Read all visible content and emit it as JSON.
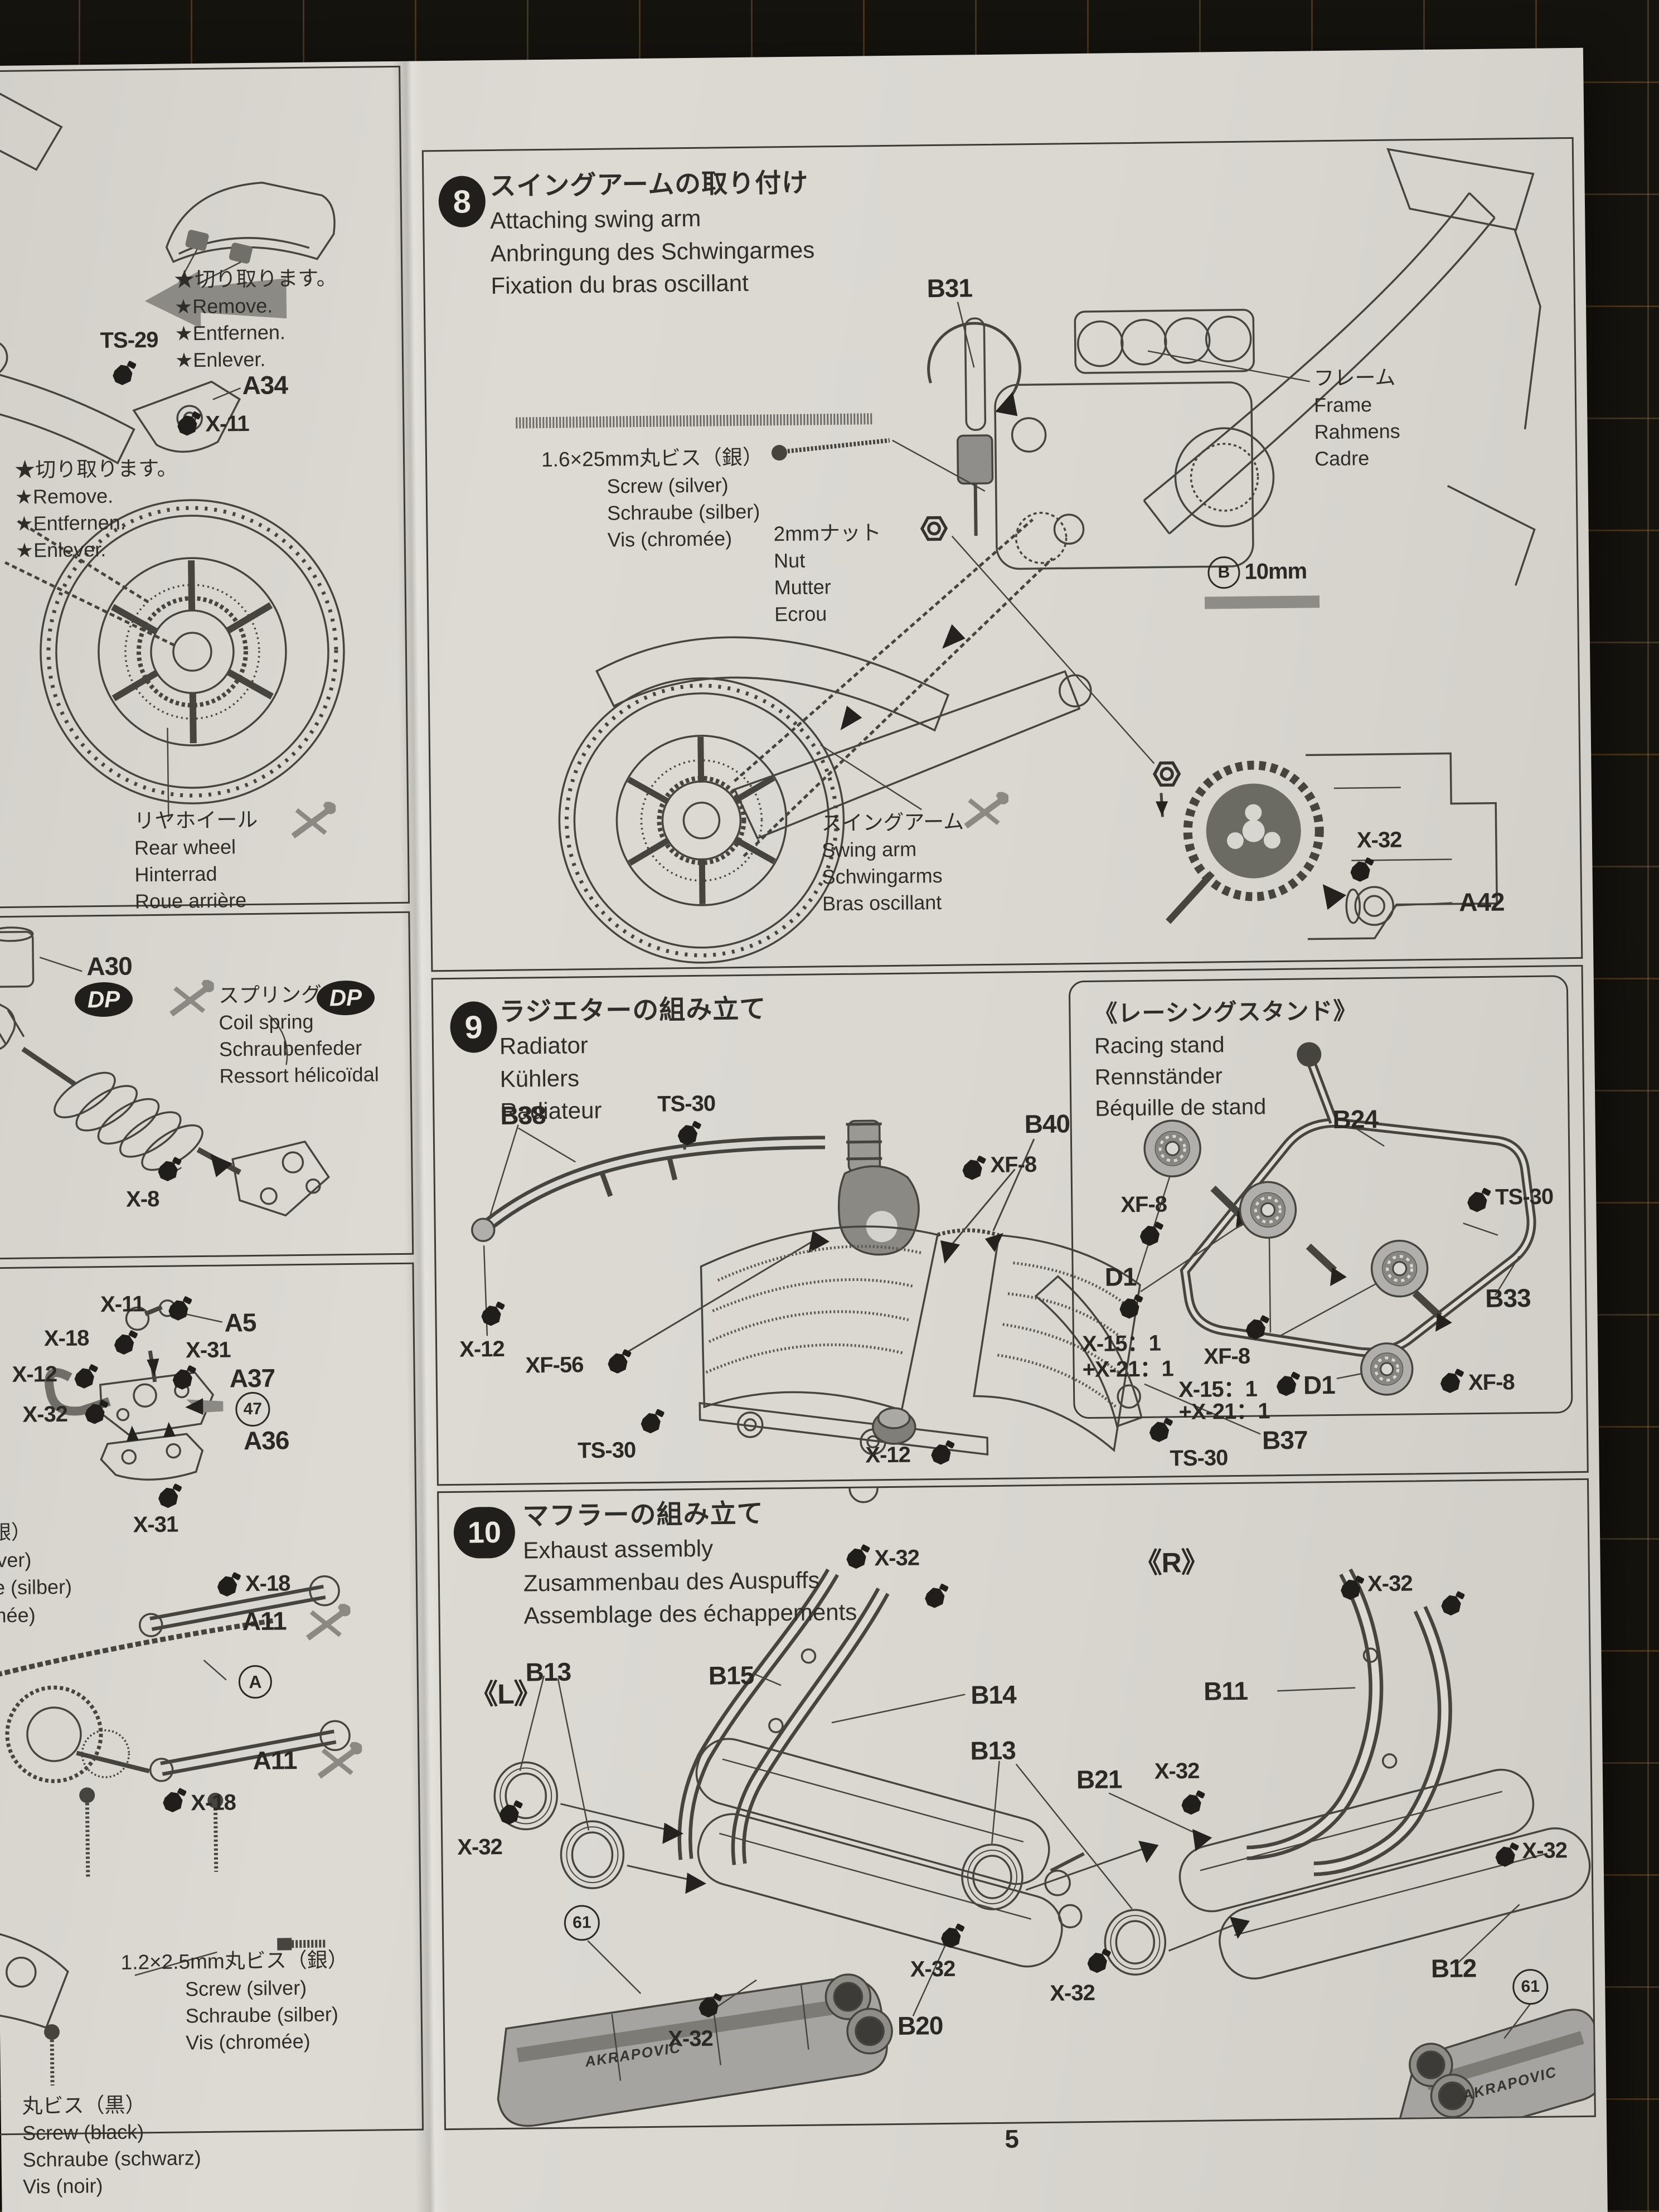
{
  "page_number": "5",
  "colors": {
    "paper": "#dcdad3",
    "ink": "#2e2d29",
    "mat": "#15130e",
    "mat_grid": "#8a6232",
    "part_gray": "#8b8a84",
    "badge": "#211f1b"
  },
  "icons": {
    "paint": "paint-marker-icon",
    "screwdriver": "screwdriver-icon",
    "nut": "hex-nut-icon",
    "arrow": "arrow-icon"
  },
  "left_page": {
    "panel_seat": {
      "remove_note": {
        "ja": "★切り取ります。",
        "en": "★Remove.",
        "de": "★Entfernen.",
        "fr": "★Enlever."
      },
      "ts29": "TS-29",
      "a34": "A34",
      "x11": "X-11",
      "rear_wheel": {
        "ja": "リヤホイール",
        "en": "Rear wheel",
        "de": "Hinterrad",
        "fr": "Roue arrière"
      }
    },
    "panel_spring": {
      "a30": "A30",
      "dp": "DP",
      "x8": "X-8",
      "coil_spring": {
        "ja": "スプリング",
        "en": "Coil spring",
        "de": "Schraubenfeder",
        "fr": "Ressort hélicoïdal"
      }
    },
    "panel_linkage": {
      "partial_word": "er",
      "x11": "X-11",
      "x18": "X-18",
      "a5": "A5",
      "x31": "X-31",
      "x12": "X-12",
      "a37": "A37",
      "x32": "X-32",
      "num47": "47",
      "a36": "A36",
      "a11": "A11",
      "circle_a": "A",
      "screw_partial": {
        "l1": "（銀）",
        "l2": "(silver)",
        "l3": "ube (silber)",
        "l4": "romée)"
      },
      "screw_1225": {
        "ja": "1.2×2.5mm丸ビス（銀）",
        "en": "Screw (silver)",
        "de": "Schraube (silber)",
        "fr": "Vis (chromée)"
      },
      "screw_black": {
        "ja": "丸ビス（黒）",
        "en": "Screw (black)",
        "de": "Schraube (schwarz)",
        "fr": "Vis (noir)"
      }
    }
  },
  "step8": {
    "number": "8",
    "title": {
      "ja": "スイングアームの取り付け",
      "en": "Attaching swing arm",
      "de": "Anbringung des Schwingarmes",
      "fr": "Fixation du bras oscillant"
    },
    "b31": "B31",
    "nut": {
      "ja": "2mmナット",
      "en": "Nut",
      "de": "Mutter",
      "fr": "Ecrou"
    },
    "screw": {
      "ja": "1.6×25mm丸ビス（銀）",
      "en": "Screw (silver)",
      "de": "Schraube (silber)",
      "fr": "Vis (chromée)"
    },
    "frame": {
      "ja": "フレーム",
      "en": "Frame",
      "de": "Rahmens",
      "fr": "Cadre"
    },
    "size_letter": "B",
    "size_value": "10mm",
    "swing_arm": {
      "ja": "スイングアーム",
      "en": "Swing arm",
      "de": "Schwingarms",
      "fr": "Bras oscillant"
    },
    "x32": "X-32",
    "a42": "A42"
  },
  "step9": {
    "number": "9",
    "title": {
      "ja": "ラジエターの組み立て",
      "en": "Radiator",
      "de": "Kühlers",
      "fr": "Radiateur"
    },
    "b38": "B38",
    "b40": "B40",
    "b37": "B37",
    "ts30": "TS-30",
    "xf8": "XF-8",
    "x12": "X-12",
    "xf56": "XF-56",
    "racing_stand": {
      "title": {
        "ja": "《レーシングスタンド》",
        "en": "Racing stand",
        "de": "Rennständer",
        "fr": "Béquille de stand"
      },
      "b24": "B24",
      "b33": "B33",
      "d1": "D1",
      "ts30": "TS-30",
      "xf8": "XF-8",
      "paint_mix_a": "X-15：1",
      "paint_mix_b": "+X-21：1"
    }
  },
  "step10": {
    "number": "10",
    "title": {
      "ja": "マフラーの組み立て",
      "en": "Exhaust assembly",
      "de": "Zusammenbau des Auspuffs",
      "fr": "Assemblage des échappements"
    },
    "left_mark": "《L》",
    "right_mark": "《R》",
    "b11": "B11",
    "b12": "B12",
    "b13": "B13",
    "b14": "B14",
    "b15": "B15",
    "b20": "B20",
    "b21": "B21",
    "x32": "X-32",
    "num61": "61",
    "muffler_logo": "AKRAPOVIC"
  }
}
